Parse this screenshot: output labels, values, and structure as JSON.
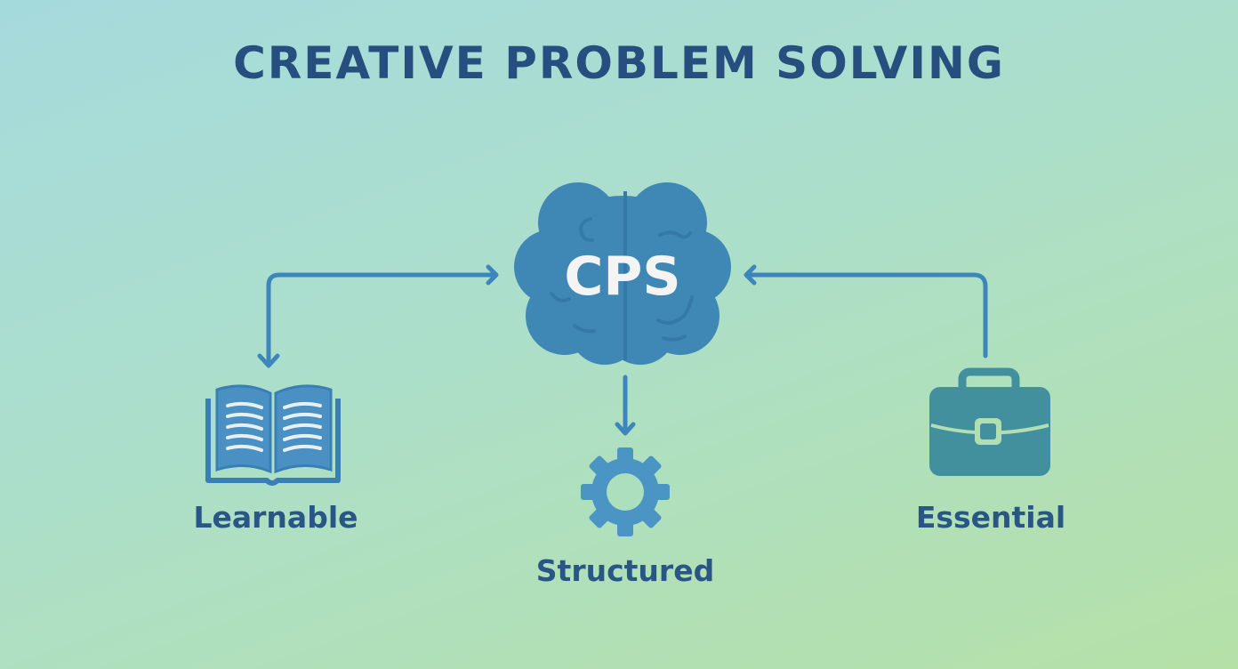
{
  "title": "CREATIVE PROBLEM SOLVING",
  "center": {
    "label": "CPS",
    "icon": "brain-icon"
  },
  "nodes": [
    {
      "label": "Learnable",
      "icon": "open-book-icon"
    },
    {
      "label": "Structured",
      "icon": "gear-icon"
    },
    {
      "label": "Essential",
      "icon": "briefcase-icon"
    }
  ],
  "colors": {
    "title": "#264e7f",
    "brain": "#3f88b5",
    "arrow": "#3d86bb",
    "book": "#3a7fb3",
    "gear": "#4b95c4",
    "briefcase": "#42909e",
    "label": "#2a5686"
  }
}
